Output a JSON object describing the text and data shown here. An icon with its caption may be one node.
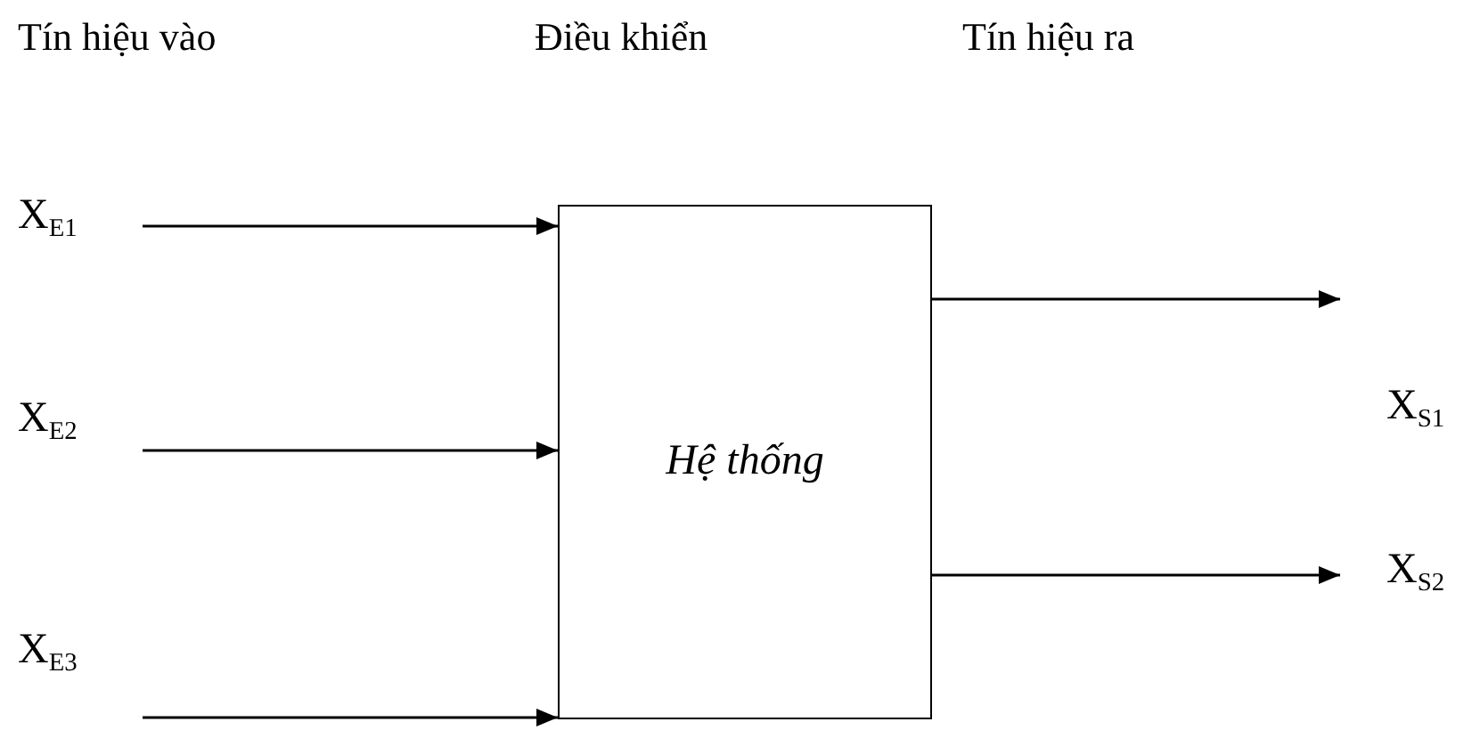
{
  "diagram": {
    "nodes": [
      {
        "text": [
          "X$_{E1}$"
        ]
      },
      {
        "text": [
          "X$_{E2}$"
        ]
      },
      {
        "text": [
          "X$_{E3}$"
        ]
      },
      {
        "text": [
          "Hệ thống"
        ]
      },
      {
        "text": [
          "X$_{S1}$"
        ]
      },
      {
        "text": [
          "X$_{S2}$"
        ]
      }
    ],
    "edges": [
      {
        "from": 0,
        "to": 3,
        "arrow": "to"
      },
      {
        "from": 1,
        "to": 3,
        "arrow": "to"
      },
      {
        "from": 2,
        "to": 3,
        "arrow": "to"
      },
      {
        "from": 3,
        "to": 4,
        "arrow": "to"
      },
      {
        "from": 3,
        "to": 5,
        "arrow": "to"
      }
    ],
    "labels": [
      "Tín hiệu vào",
      "Điều khiển",
      "Tín hiệu ra"
    ]
  }
}
